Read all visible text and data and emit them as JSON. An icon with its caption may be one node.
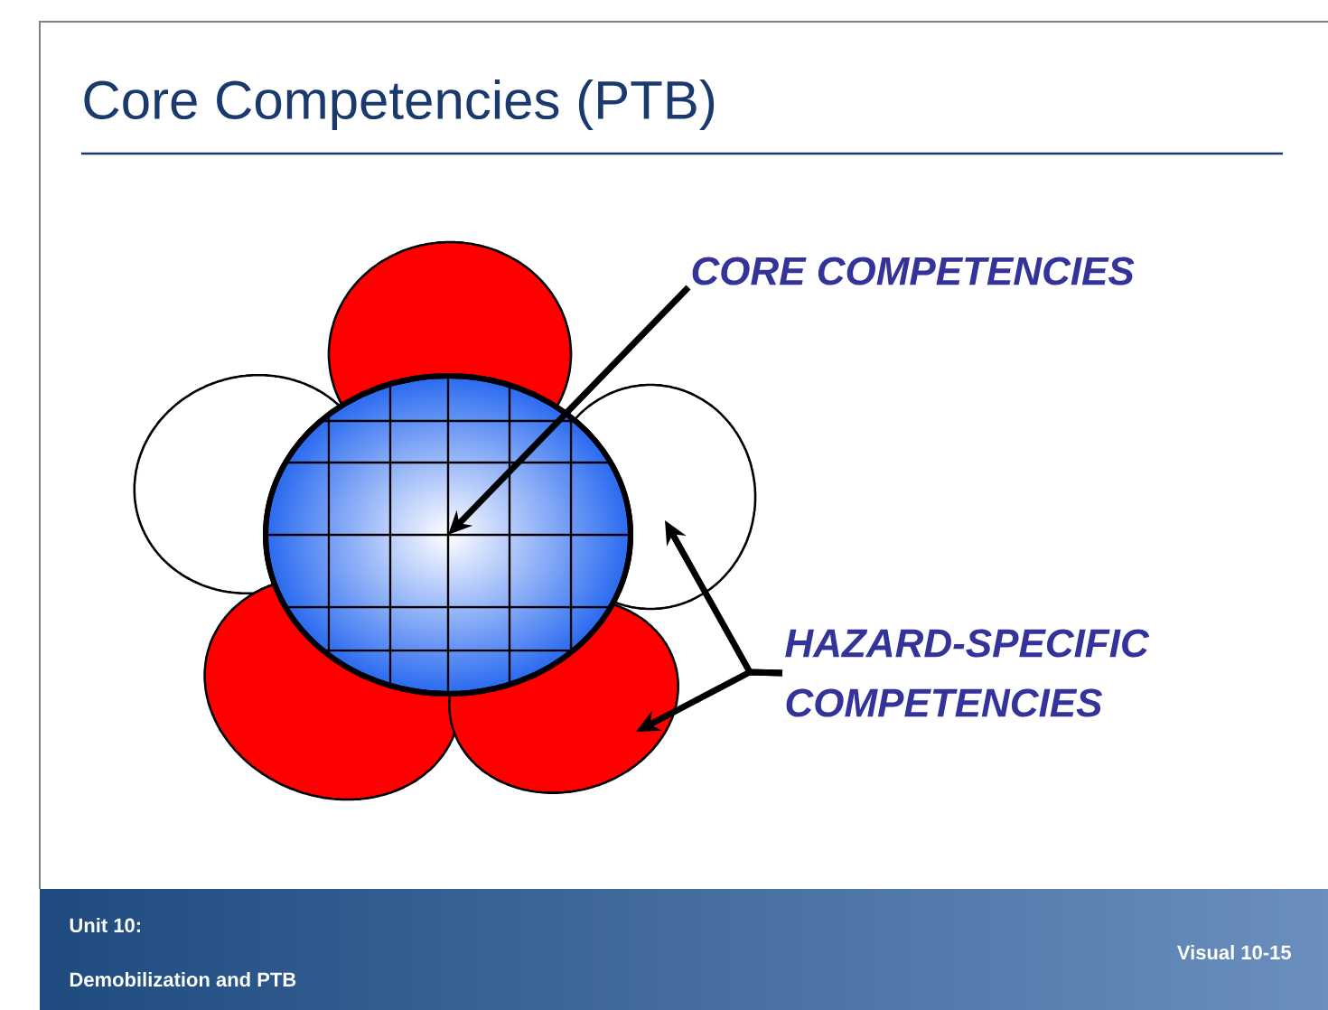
{
  "diagram": {
    "title": "Core Competencies (PTB)",
    "nodes": [
      {
        "text": [
          "CORE COMPETENCIES"
        ]
      },
      {
        "text": [],
        "shape": "circle"
      },
      {
        "text": [],
        "shape": "circle"
      },
      {
        "text": [],
        "shape": "circle"
      },
      {
        "text": [],
        "shape": "circle"
      },
      {
        "text": [],
        "shape": "circle"
      },
      {
        "text": [],
        "shape": "circle"
      },
      {
        "text": [
          "HAZARD-SPECIFIC COMPETENCIES"
        ]
      }
    ],
    "edges": [
      {
        "from": 0,
        "to": 4,
        "arrow": "to"
      },
      {
        "from": 7,
        "to": 3,
        "arrow": "to"
      },
      {
        "from": 7,
        "to": 6,
        "arrow": "to"
      }
    ],
    "labels": [
      "Unit 10:",
      "Demobilization and PTB",
      "Visual 10-15"
    ]
  }
}
